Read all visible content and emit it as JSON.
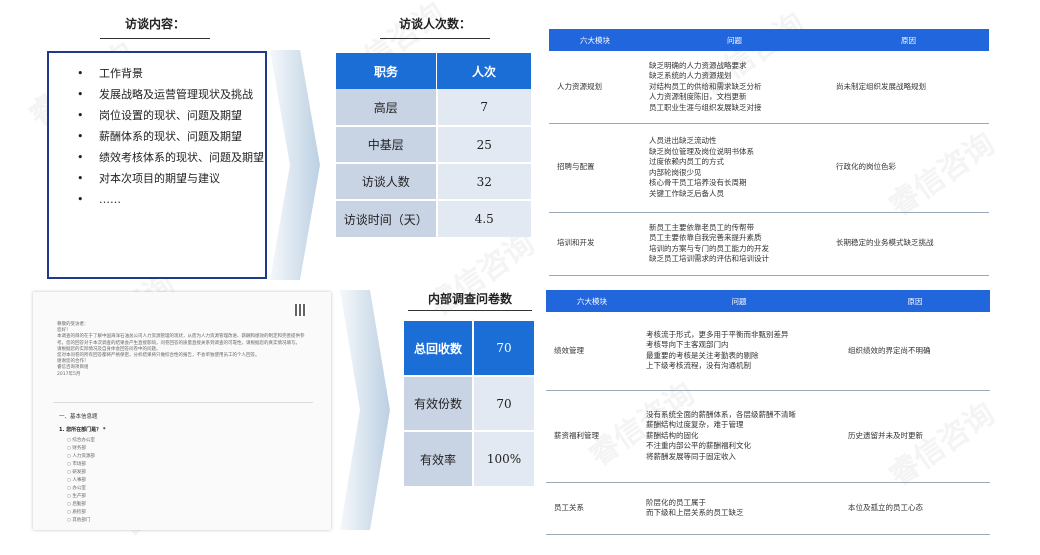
{
  "interview": {
    "title": "访谈内容：",
    "items": [
      "工作背景",
      "发展战略及运营管理现状及挑战",
      "岗位设置的现状、问题及期望",
      "薪酬体系的现状、问题及期望",
      "绩效考核体系的现状、问题及期望",
      "对本次项目的期望与建议",
      "……"
    ]
  },
  "people": {
    "title": "访谈人次数：",
    "header": [
      "职务",
      "人次"
    ],
    "rows": [
      [
        "高层",
        "7"
      ],
      [
        "中基层",
        "25"
      ],
      [
        "访谈人数",
        "32"
      ],
      [
        "访谈时间（天）",
        "4.5"
      ]
    ]
  },
  "survey": {
    "title": "内部调查问卷数",
    "rows": [
      [
        "总回收数",
        "70"
      ],
      [
        "有效份数",
        "70"
      ],
      [
        "有效率",
        "100%"
      ]
    ],
    "doc": {
      "greeting": "尊敬的受访者：",
      "hello": "您好！",
      "paragraph": "本调查的目的在于了解中国海洋石油总公司人力资源管理的现状，从而为人力资源管理改进、薪酬和绩效的制定和完善提供参考。您的回答对于本次调查的结果会产生直接影响，问卷回答的质量直接关系到调查的可靠性，请根据您的真实情况填写。",
      "paragraph2": "请根据您的实际情况及自身体会回答问卷中的问题。",
      "paragraph3": "您对本问卷的所有回答都将严格保密，分析结果将只做综合性的报告，不会单独使用员工的个人回答。",
      "thanks": "谢谢您的合作！",
      "org": "睿信咨询项目组",
      "date": "2017年5月",
      "section": "一、基本信息题",
      "question": "1. 您所在部门是？ *",
      "options": [
        "综合办公室",
        "财务部",
        "人力资源部",
        "市场部",
        "研发部",
        "人事部",
        "办公室",
        "生产部",
        "后勤部",
        "质检部",
        "其他部门"
      ]
    }
  },
  "table1": {
    "header": [
      "六大模块",
      "问题",
      "原因"
    ],
    "rows": [
      {
        "module": "人力资源规划",
        "issues": [
          "缺乏明确的人力资源战略要求",
          "缺乏系统的人力资源规划",
          "对结构员工的供给和需求缺乏分析",
          "人力资源制度陈旧，文档更新",
          "员工职业生涯与组织发展缺乏对接"
        ],
        "cause": "尚未制定组织发展战略规划"
      },
      {
        "module": "招聘与配置",
        "issues": [
          "人员进出缺乏流动性",
          "缺乏岗位管理及岗位说明书体系",
          "过度依赖内员工的方式",
          "内部轮岗很少见",
          "核心骨干员工培养没有长周期",
          "关键工作缺乏后备人员"
        ],
        "cause": "行政化的岗位色彩"
      },
      {
        "module": "培训和开发",
        "issues": [
          "新员工主要依靠老员工的传帮带",
          "员工主要依靠自我完善来提升素质",
          "培训的方案与专门的员工能力的开发",
          "缺乏员工培训需求的评估和培训设计"
        ],
        "cause": "长期稳定的业务模式缺乏挑战"
      }
    ]
  },
  "table2": {
    "header": [
      "六大模块",
      "问题",
      "原因"
    ],
    "rows": [
      {
        "module": "绩效管理",
        "issues": [
          "考核流于形式，更多用于平衡而非甄别差异",
          "考核导向下主客观部门内",
          "最重要的考核是关注考勤表的剔除",
          "上下级考核流程，没有沟通机制"
        ],
        "cause": "组织绩效的界定尚不明确"
      },
      {
        "module": "薪资福利管理",
        "issues": [
          "没有系统全面的薪酬体系，各层级薪酬不清晰",
          "薪酬结构过度复杂，难于管理",
          "薪酬结构的固化",
          "不注重内部公平的薪酬福利文化",
          "将薪酬发展等同于固定收入"
        ],
        "cause": "历史遗留并未及时更新"
      },
      {
        "module": "员工关系",
        "issues": [
          "阶层化的员工属于",
          "而下级和上层关系的员工缺乏"
        ],
        "cause": "本位及孤立的员工心态"
      }
    ]
  },
  "watermark": "睿信咨询"
}
